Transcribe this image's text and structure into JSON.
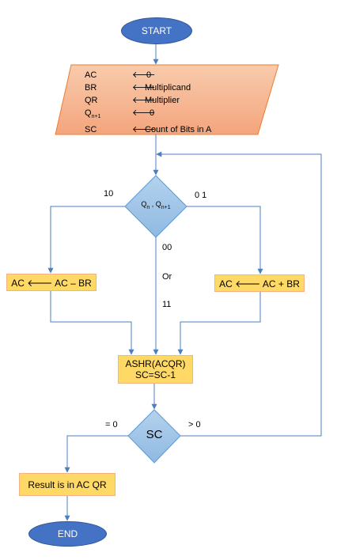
{
  "nodes": {
    "start": "START",
    "init": [
      {
        "reg": "AC",
        "arrow": "🡐",
        "val": "0"
      },
      {
        "reg": "BR",
        "arrow": "🡐",
        "val": "Multiplicand"
      },
      {
        "reg": "QR",
        "arrow": "🡐",
        "val": "Multiplier"
      },
      {
        "reg": "Q",
        "reg_sub": "n+1",
        "arrow": "🡐",
        "val": "0"
      },
      {
        "reg": "SC",
        "arrow": "🡐",
        "val": "Count of Bits in A"
      }
    ],
    "decision_q": {
      "q1": "Q",
      "q1_sub": "n",
      "sep": " , ",
      "q2": "Q",
      "q2_sub": "n+1"
    },
    "subtract": "AC 🡐 AC – BR",
    "add": "AC 🡐 AC + BR",
    "ashr_line1": "ASHR(ACQR)",
    "ashr_line2": "SC=SC-1",
    "decision_sc": "SC",
    "result": "Result is in AC QR",
    "end": "END"
  },
  "edge_labels": {
    "ten": "10",
    "zero_one": "0 1",
    "zero_zero": "00",
    "or": "Or",
    "eleven": "11",
    "eq_zero": "= 0",
    "gt_zero": "> 0"
  },
  "colors": {
    "terminal_fill": "#4472c4",
    "io_fill": "#f4b183",
    "process_fill": "#ffd966",
    "decision_fill": "#9dc3e6",
    "edge": "#4a7fc1"
  }
}
